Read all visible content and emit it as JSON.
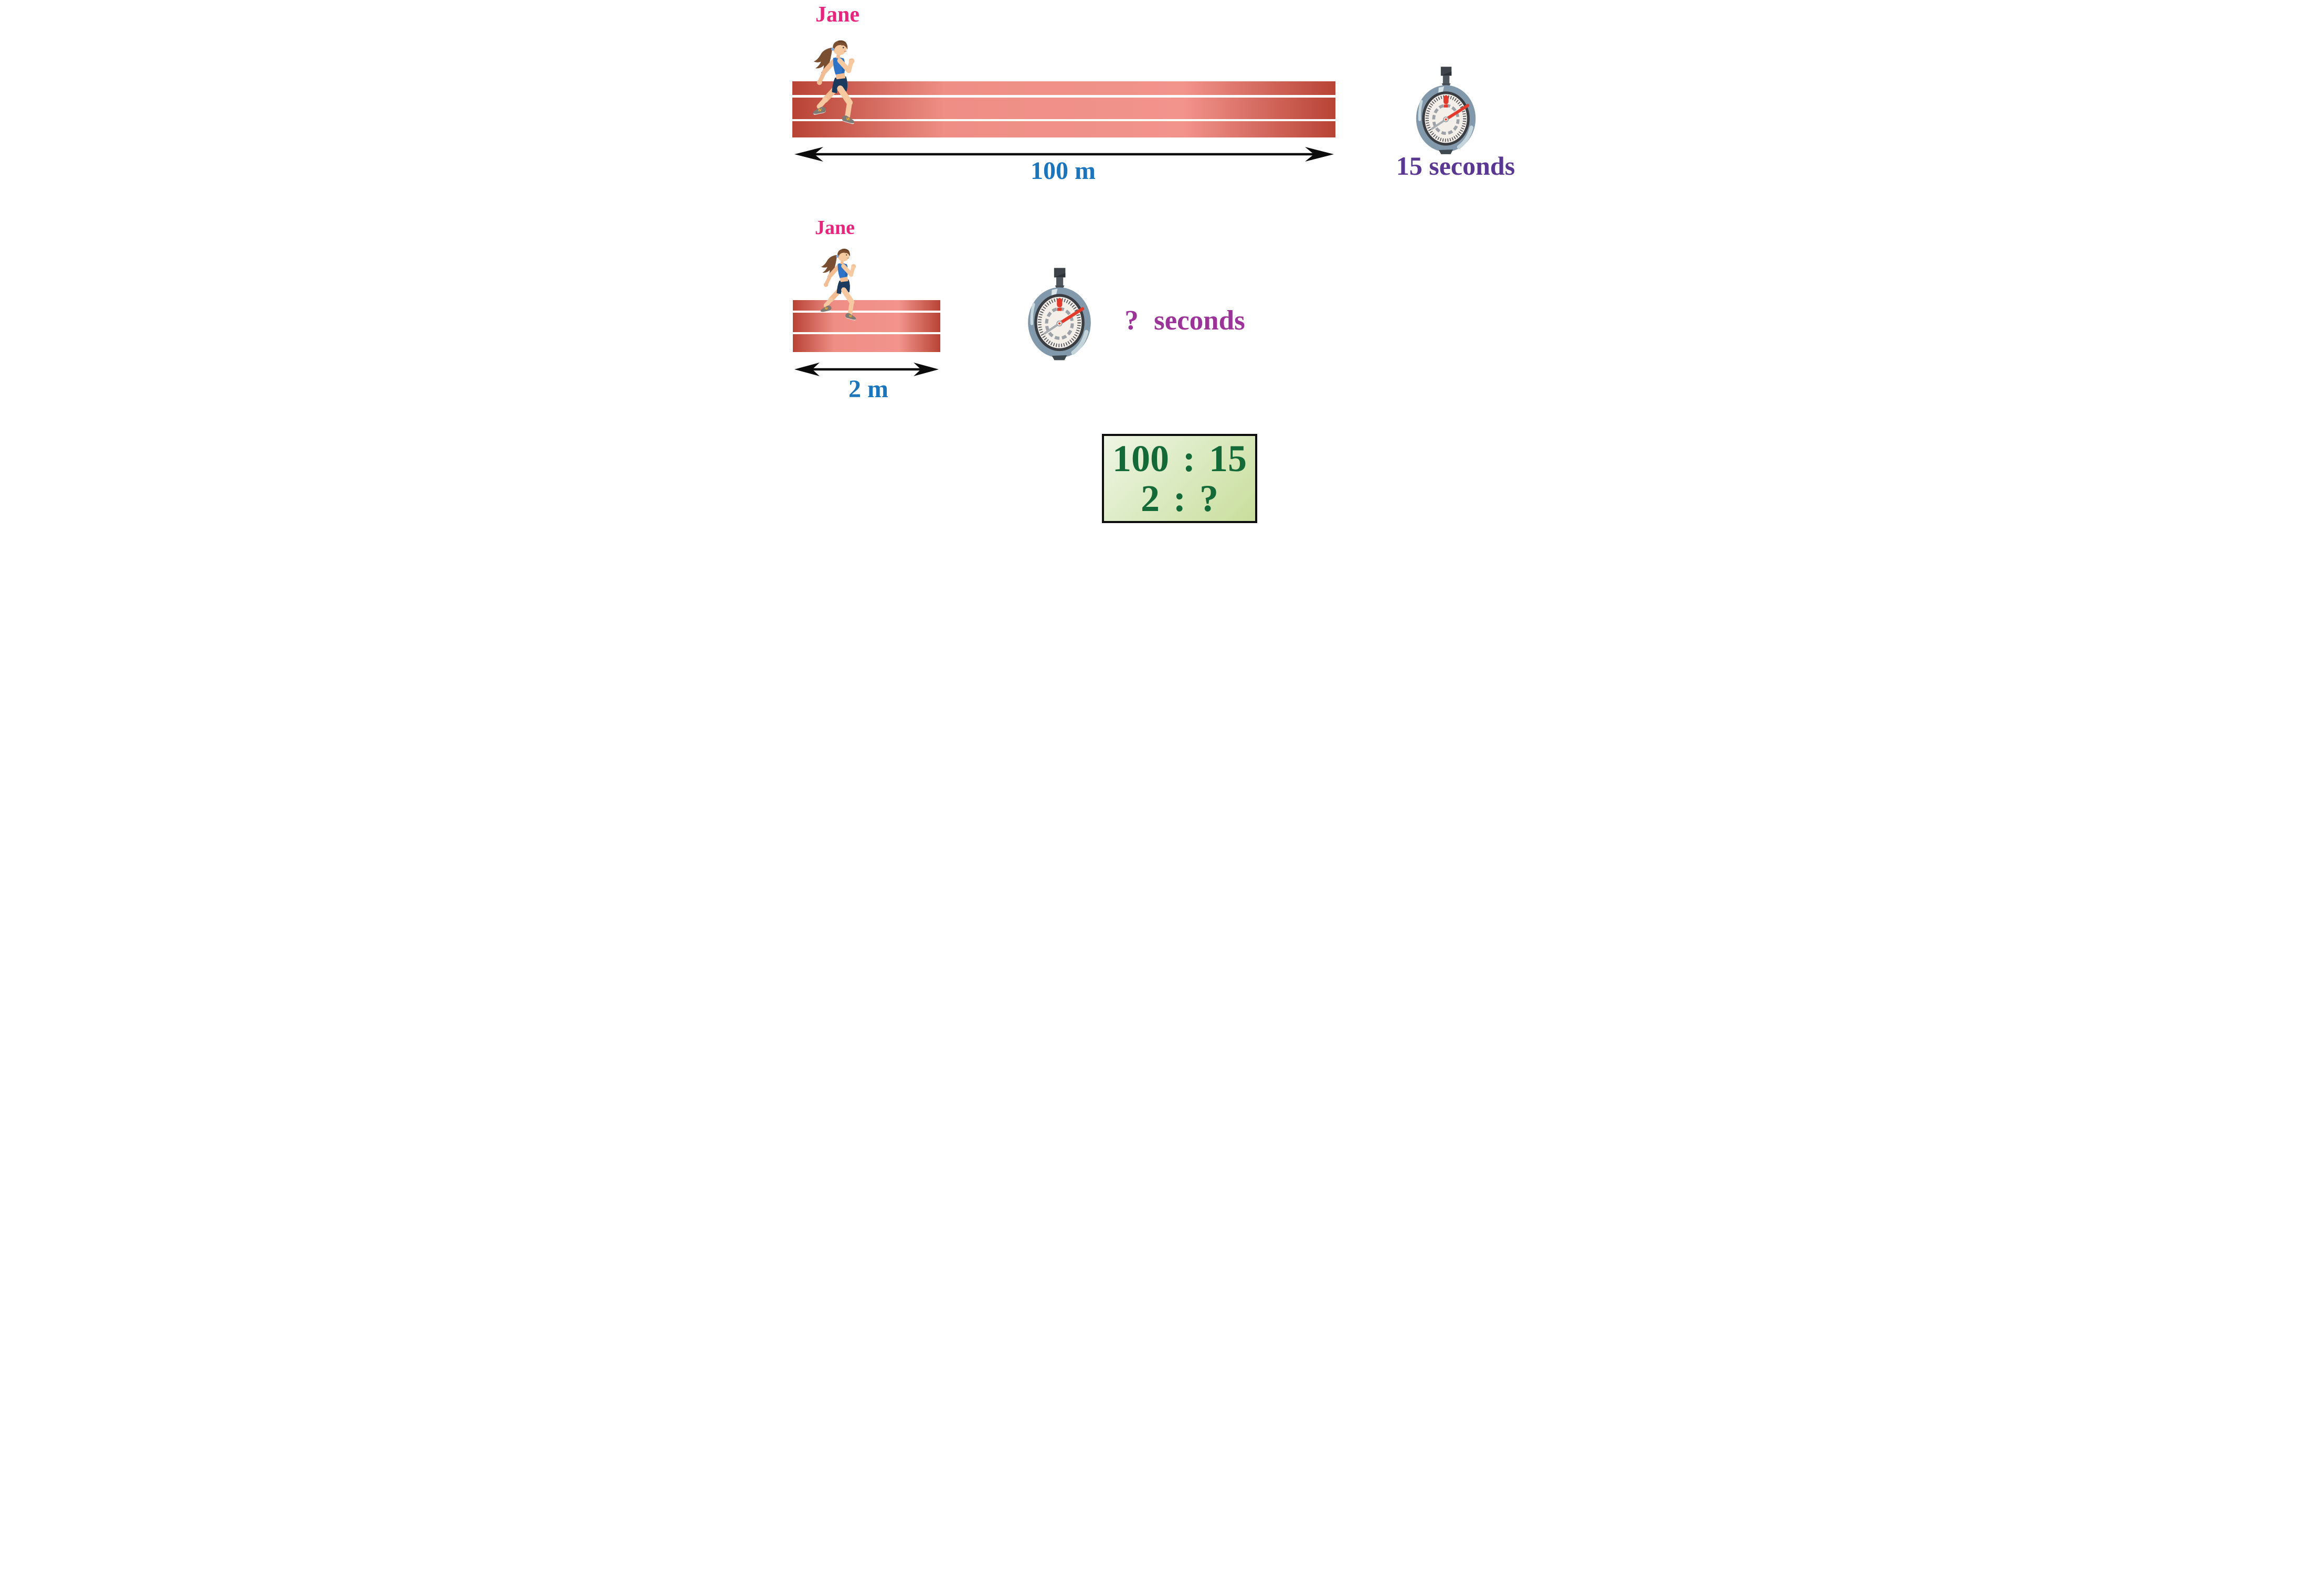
{
  "scene_top": {
    "runner_name": "Jane",
    "distance_label": "100 m",
    "time_label": "15 seconds",
    "track_lanes": 3
  },
  "scene_bottom": {
    "runner_name": "Jane",
    "distance_label": "2 m",
    "time_label": "? seconds",
    "track_lanes": 3
  },
  "ratio_box": {
    "row1": "100 : 15",
    "row2": "2 : ?"
  },
  "icons": {
    "runner": "runner-girl-icon",
    "stopwatch": "stopwatch-icon",
    "distance_arrow": "double-headed-arrow-icon"
  },
  "colors": {
    "runner_name_text": "#E8257D",
    "distance_text": "#1B75BC",
    "time_top_text": "#5B3794",
    "time_bottom_text": "#9C3399",
    "ratio_text": "#136A38",
    "ratio_box_border": "#0D0D0D",
    "ratio_box_bg_light": "#EEF5E4",
    "ratio_box_bg_dark": "#C9DE9C",
    "track_center": "#F1918A",
    "track_edge": "#BC4233",
    "arrow": "#0B0B0B"
  }
}
